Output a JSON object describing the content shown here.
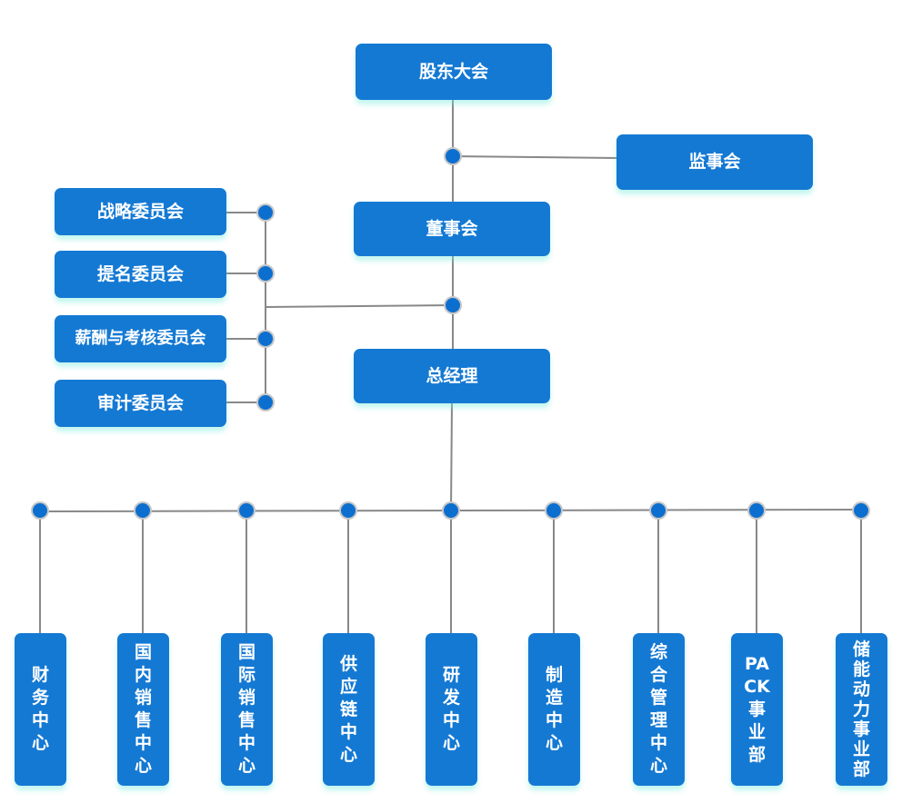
{
  "chart": {
    "title": "Organization Structure",
    "top": {
      "shareholders": "股东大会",
      "supervisors": "监事会",
      "board": "董事会",
      "general_manager": "总经理"
    },
    "committees": [
      "战略委员会",
      "提名委员会",
      "薪酬与考核委员会",
      "审计委员会"
    ],
    "departments": [
      "财务中心",
      "国内销售中心",
      "国际销售中心",
      "供应链中心",
      "研发中心",
      "制造中心",
      "综合管理中心",
      "PACK事业部",
      "储能动力事业部"
    ]
  },
  "colors": {
    "box": "#1479d3",
    "node": "#0c6fcf",
    "line": "#888888",
    "glow": "#78ebdc"
  }
}
